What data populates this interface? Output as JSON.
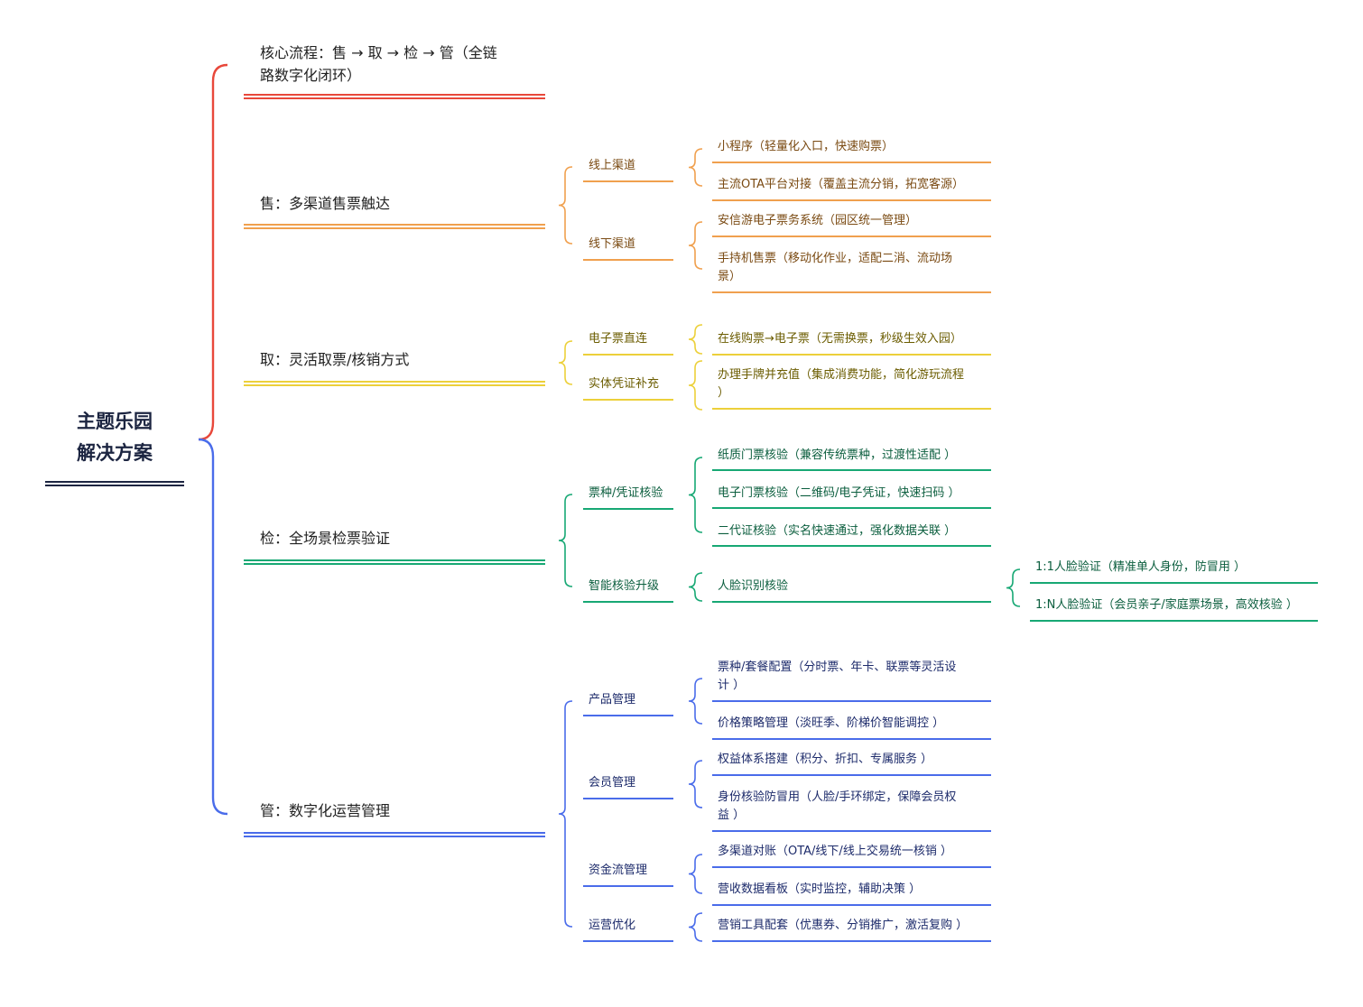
{
  "root": {
    "line1": "主题乐园",
    "line2": "解决方案"
  },
  "colors": {
    "core": "#e8483b",
    "sell": "#f0a04e",
    "take": "#ecd03a",
    "check": "#17a874",
    "manage": "#4a6cea",
    "root": "#1c2541"
  },
  "branches": {
    "core": {
      "line1": "核心流程：售 → 取 → 检 → 管（全链",
      "line2": "路数字化闭环）"
    },
    "sell": {
      "label": "售：多渠道售票触达",
      "online": {
        "label": "线上渠道",
        "items": [
          "小程序（轻量化入口，快速购票）",
          "主流OTA平台对接（覆盖主流分销，拓宽客源）"
        ]
      },
      "offline": {
        "label": "线下渠道",
        "items": [
          "安信游电子票务系统（园区统一管理）"
        ],
        "handheld": {
          "line1": "手持机售票（移动化作业，适配二消、流动场",
          "line2": "景）"
        }
      }
    },
    "take": {
      "label": "取：灵活取票/核销方式",
      "eticket": {
        "label": "电子票直连",
        "item": "在线购票→电子票（无需换票，秒级生效入园）"
      },
      "physical": {
        "label": "实体凭证补充",
        "line1": "办理手牌并充值（集成消费功能，简化游玩流程",
        "line2": "）"
      }
    },
    "check": {
      "label": "检：全场景检票验证",
      "ticket": {
        "label": "票种/凭证核验",
        "items": [
          "纸质门票核验（兼容传统票种，过渡性适配 ）",
          "电子门票核验（二维码/电子凭证，快速扫码 ）",
          "二代证核验（实名快速通过，强化数据关联 ）"
        ]
      },
      "smart": {
        "label": "智能核验升级",
        "item": "人脸识别核验",
        "sub": [
          "1:1人脸验证（精准单人身份，防冒用 ）",
          "1:N人脸验证（会员亲子/家庭票场景，高效核验 ）"
        ]
      }
    },
    "manage": {
      "label": "管：数字化运营管理",
      "product": {
        "label": "产品管理",
        "first": {
          "line1": "票种/套餐配置（分时票、年卡、联票等灵活设",
          "line2": "计 ）"
        },
        "second": "价格策略管理（淡旺季、阶梯价智能调控 ）"
      },
      "member": {
        "label": "会员管理",
        "first": "权益体系搭建（积分、折扣、专属服务 ）",
        "second": {
          "line1": "身份核验防冒用（人脸/手环绑定，保障会员权",
          "line2": "益 ）"
        }
      },
      "finance": {
        "label": "资金流管理",
        "items": [
          "多渠道对账（OTA/线下/线上交易统一核销 ）",
          "营收数据看板（实时监控，辅助决策 ）"
        ]
      },
      "ops": {
        "label": "运营优化",
        "item": "营销工具配套（优惠券、分销推广，激活复购 ）"
      }
    }
  }
}
